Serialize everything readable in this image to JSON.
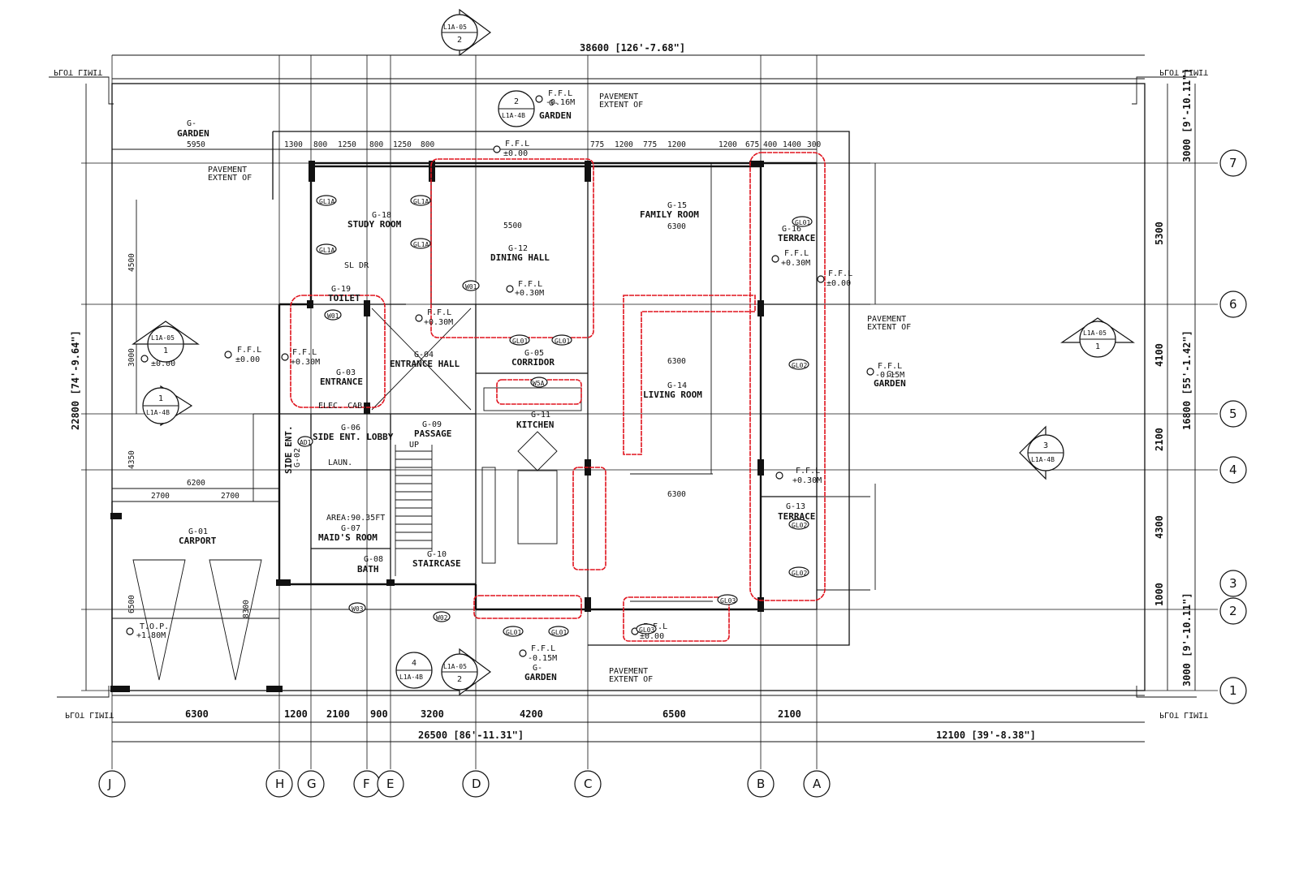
{
  "plan": {
    "overall_width": "38600 [126'-7.68\"]",
    "overall_depth": "22800 [74'-9.64\"]",
    "plot_limit": "PLOT LIMIT",
    "bottom_total_left": "26500 [86'-11.31\"]",
    "bottom_total_right": "12100 [39'-8.38\"]",
    "right_total": "16800 [55'-1.42\"]",
    "right_setback_top": "3000 [9'-10.11\"]",
    "right_setback_bottom": "3000 [9'-10.11\"]"
  },
  "grid": {
    "columns": [
      "J",
      "H",
      "G",
      "F",
      "E",
      "D",
      "C",
      "B",
      "A"
    ],
    "rows": [
      "7",
      "6",
      "5",
      "4",
      "3",
      "2",
      "1"
    ]
  },
  "dims": {
    "bottom": [
      "6300",
      "1200",
      "2100",
      "900",
      "3200",
      "4200",
      "6500",
      "2100"
    ],
    "right": [
      "5300",
      "4100",
      "2100",
      "4300",
      "1000"
    ],
    "top": [
      "1300",
      "800",
      "1250",
      "800",
      "1250",
      "800",
      "775",
      "1200",
      "775",
      "1200",
      "1200",
      "675",
      "400",
      "1400",
      "300"
    ],
    "garden_top": "5950",
    "left_side": [
      "4500",
      "3000",
      "4350",
      "6500"
    ],
    "carport": [
      "2700",
      "2700",
      "6200",
      "8300"
    ]
  },
  "rooms": [
    {
      "code": "G-",
      "name": "GARDEN"
    },
    {
      "code": "G-18",
      "name": "STUDY ROOM"
    },
    {
      "code": "G-12",
      "name": "DINING HALL"
    },
    {
      "code": "G-15",
      "name": "FAMILY ROOM"
    },
    {
      "code": "G-16",
      "name": "TERRACE"
    },
    {
      "code": "G-19",
      "name": "TOILET"
    },
    {
      "code": "G-03",
      "name": "ENTRANCE"
    },
    {
      "code": "G-04",
      "name": "ENTRANCE HALL"
    },
    {
      "code": "G-05",
      "name": "CORRIDOR"
    },
    {
      "code": "G-14",
      "name": "LIVING ROOM"
    },
    {
      "code": "G-06",
      "name": "SIDE ENT. LOBBY"
    },
    {
      "code": "G-09",
      "name": "PASSAGE"
    },
    {
      "code": "G-11",
      "name": "KITCHEN"
    },
    {
      "code": "G-02",
      "name": "SIDE ENT."
    },
    {
      "code": "G-01",
      "name": "CARPORT"
    },
    {
      "code": "G-07",
      "name": "MAID'S ROOM"
    },
    {
      "code": "G-08",
      "name": "BATH"
    },
    {
      "code": "G-10",
      "name": "STAIRCASE"
    },
    {
      "code": "G-13",
      "name": "TERRACE"
    }
  ],
  "labels": {
    "ffl_label": "F.F.L",
    "ffl_0": "±0.00",
    "ffl_p30": "+0.30M",
    "ffl_m15": "-0.15M",
    "ffl_m16": "-0.16M",
    "pavement": "PAVEMENT",
    "extent_of": "EXTENT OF",
    "top": "T.O.P.",
    "top_val": "+1.80M",
    "elec": "ELEC. CAB.",
    "laun": "LAUN.",
    "area": "AREA:90.35FT",
    "up": "UP",
    "sl_dr": "SL DR",
    "dining_dim": "5500",
    "family_dim": "6300",
    "living_dim": "6300",
    "living_dim2": "6300"
  },
  "tags": {
    "gl1a": "GL1A",
    "gl01": "GL01",
    "gl02": "GL02",
    "gl03": "GL03",
    "w01": "W01",
    "w02": "W02",
    "w03": "W03",
    "w5a": "W5A",
    "ad1": "AD1"
  },
  "sections": [
    {
      "ref": "L1A-05",
      "num": "2"
    },
    {
      "ref": "L1A-4B",
      "num": "2"
    },
    {
      "ref": "L1A-05",
      "num": "1"
    },
    {
      "ref": "L1A-4B",
      "num": "1"
    },
    {
      "ref": "L1A-4B",
      "num": "3"
    },
    {
      "ref": "L1A-05",
      "num": "1"
    },
    {
      "ref": "L1A-4B",
      "num": "4"
    },
    {
      "ref": "L1A-05",
      "num": "2"
    }
  ]
}
